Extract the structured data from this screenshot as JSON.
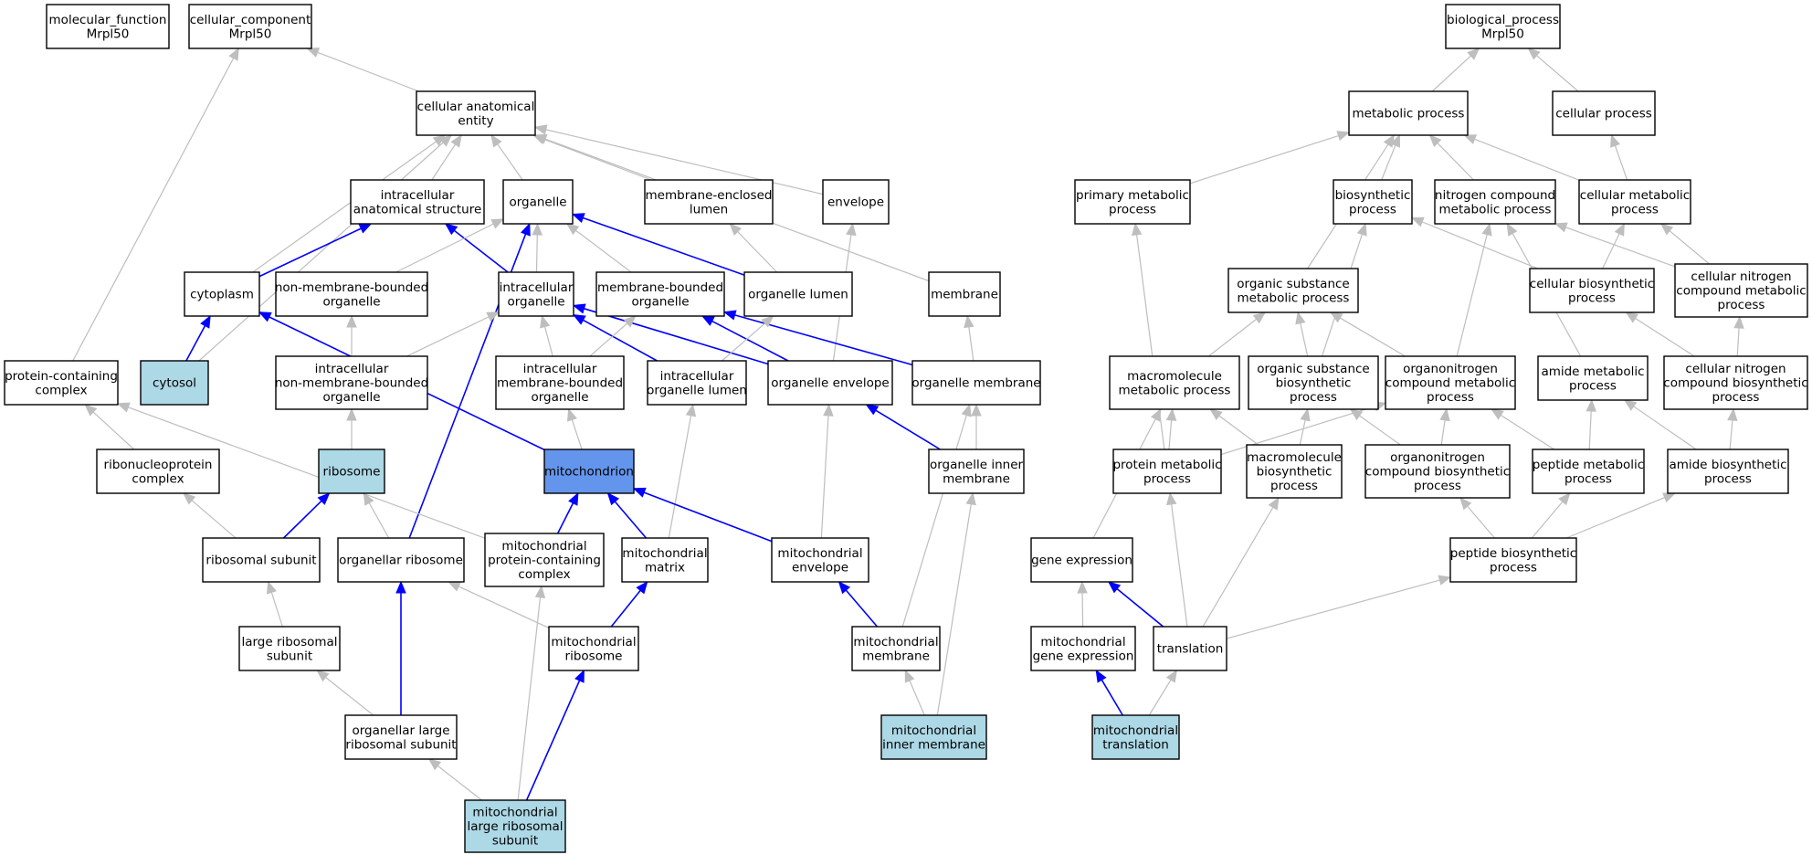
{
  "colors": {
    "white": "#ffffff",
    "light_blue": "#add8e6",
    "highlight_blue": "#6495ed",
    "edge_gray": "#bebebe",
    "edge_blue": "#0000ff",
    "border": "#000000"
  },
  "nodes": [
    {
      "id": "mf",
      "lines": [
        "molecular_function",
        "Mrpl50"
      ],
      "fill": "white"
    },
    {
      "id": "cc",
      "lines": [
        "cellular_component",
        "Mrpl50"
      ],
      "fill": "white"
    },
    {
      "id": "bp",
      "lines": [
        "biological_process",
        "Mrpl50"
      ],
      "fill": "white"
    },
    {
      "id": "cae",
      "lines": [
        "cellular anatomical",
        "entity"
      ],
      "fill": "white"
    },
    {
      "id": "ias",
      "lines": [
        "intracellular",
        "anatomical structure"
      ],
      "fill": "white"
    },
    {
      "id": "organelle",
      "lines": [
        "organelle"
      ],
      "fill": "white"
    },
    {
      "id": "mel",
      "lines": [
        "membrane-enclosed",
        "lumen"
      ],
      "fill": "white"
    },
    {
      "id": "envelope",
      "lines": [
        "envelope"
      ],
      "fill": "white"
    },
    {
      "id": "cytoplasm",
      "lines": [
        "cytoplasm"
      ],
      "fill": "white"
    },
    {
      "id": "nmbo",
      "lines": [
        "non-membrane-bounded",
        "organelle"
      ],
      "fill": "white"
    },
    {
      "id": "io",
      "lines": [
        "intracellular",
        "organelle"
      ],
      "fill": "white"
    },
    {
      "id": "mbo",
      "lines": [
        "membrane-bounded",
        "organelle"
      ],
      "fill": "white"
    },
    {
      "id": "ol",
      "lines": [
        "organelle lumen"
      ],
      "fill": "white"
    },
    {
      "id": "membrane",
      "lines": [
        "membrane"
      ],
      "fill": "white"
    },
    {
      "id": "pcc",
      "lines": [
        "protein-containing",
        "complex"
      ],
      "fill": "white"
    },
    {
      "id": "cytosol",
      "lines": [
        "cytosol"
      ],
      "fill": "light_blue"
    },
    {
      "id": "inmbo",
      "lines": [
        "intracellular",
        "non-membrane-bounded",
        "organelle"
      ],
      "fill": "white"
    },
    {
      "id": "imbo",
      "lines": [
        "intracellular",
        "membrane-bounded",
        "organelle"
      ],
      "fill": "white"
    },
    {
      "id": "iol",
      "lines": [
        "intracellular",
        "organelle lumen"
      ],
      "fill": "white"
    },
    {
      "id": "oe",
      "lines": [
        "organelle envelope"
      ],
      "fill": "white"
    },
    {
      "id": "om",
      "lines": [
        "organelle membrane"
      ],
      "fill": "white"
    },
    {
      "id": "rnp",
      "lines": [
        "ribonucleoprotein",
        "complex"
      ],
      "fill": "white"
    },
    {
      "id": "ribosome",
      "lines": [
        "ribosome"
      ],
      "fill": "light_blue"
    },
    {
      "id": "mito",
      "lines": [
        "mitochondrion"
      ],
      "fill": "highlight_blue"
    },
    {
      "id": "oim",
      "lines": [
        "organelle inner",
        "membrane"
      ],
      "fill": "white"
    },
    {
      "id": "rs",
      "lines": [
        "ribosomal subunit"
      ],
      "fill": "white"
    },
    {
      "id": "orib",
      "lines": [
        "organellar ribosome"
      ],
      "fill": "white"
    },
    {
      "id": "mpcc",
      "lines": [
        "mitochondrial",
        "protein-containing",
        "complex"
      ],
      "fill": "white"
    },
    {
      "id": "mm",
      "lines": [
        "mitochondrial",
        "matrix"
      ],
      "fill": "white"
    },
    {
      "id": "menv",
      "lines": [
        "mitochondrial",
        "envelope"
      ],
      "fill": "white"
    },
    {
      "id": "lrs",
      "lines": [
        "large ribosomal",
        "subunit"
      ],
      "fill": "white"
    },
    {
      "id": "mrib",
      "lines": [
        "mitochondrial",
        "ribosome"
      ],
      "fill": "white"
    },
    {
      "id": "mmem",
      "lines": [
        "mitochondrial",
        "membrane"
      ],
      "fill": "white"
    },
    {
      "id": "olrs",
      "lines": [
        "organellar large",
        "ribosomal subunit"
      ],
      "fill": "white"
    },
    {
      "id": "mim",
      "lines": [
        "mitochondrial",
        "inner membrane"
      ],
      "fill": "light_blue"
    },
    {
      "id": "mlrs",
      "lines": [
        "mitochondrial",
        "large ribosomal",
        "subunit"
      ],
      "fill": "light_blue"
    },
    {
      "id": "metp",
      "lines": [
        "metabolic process"
      ],
      "fill": "white"
    },
    {
      "id": "cp",
      "lines": [
        "cellular process"
      ],
      "fill": "white"
    },
    {
      "id": "pmp",
      "lines": [
        "primary metabolic",
        "process"
      ],
      "fill": "white"
    },
    {
      "id": "bsp",
      "lines": [
        "biosynthetic",
        "process"
      ],
      "fill": "white"
    },
    {
      "id": "ncmp",
      "lines": [
        "nitrogen compound",
        "metabolic process"
      ],
      "fill": "white"
    },
    {
      "id": "cmp",
      "lines": [
        "cellular metabolic",
        "process"
      ],
      "fill": "white"
    },
    {
      "id": "osmp",
      "lines": [
        "organic substance",
        "metabolic process"
      ],
      "fill": "white"
    },
    {
      "id": "cbp",
      "lines": [
        "cellular biosynthetic",
        "process"
      ],
      "fill": "white"
    },
    {
      "id": "cncmp",
      "lines": [
        "cellular nitrogen",
        "compound metabolic",
        "process"
      ],
      "fill": "white"
    },
    {
      "id": "macmp",
      "lines": [
        "macromolecule",
        "metabolic process"
      ],
      "fill": "white"
    },
    {
      "id": "osbp",
      "lines": [
        "organic substance",
        "biosynthetic",
        "process"
      ],
      "fill": "white"
    },
    {
      "id": "oncmp",
      "lines": [
        "organonitrogen",
        "compound metabolic",
        "process"
      ],
      "fill": "white"
    },
    {
      "id": "amp",
      "lines": [
        "amide metabolic",
        "process"
      ],
      "fill": "white"
    },
    {
      "id": "cncbp",
      "lines": [
        "cellular nitrogen",
        "compound biosynthetic",
        "process"
      ],
      "fill": "white"
    },
    {
      "id": "protmp",
      "lines": [
        "protein metabolic",
        "process"
      ],
      "fill": "white"
    },
    {
      "id": "macbp",
      "lines": [
        "macromolecule",
        "biosynthetic",
        "process"
      ],
      "fill": "white"
    },
    {
      "id": "oncbp",
      "lines": [
        "organonitrogen",
        "compound biosynthetic",
        "process"
      ],
      "fill": "white"
    },
    {
      "id": "pepmp",
      "lines": [
        "peptide metabolic",
        "process"
      ],
      "fill": "white"
    },
    {
      "id": "abp",
      "lines": [
        "amide biosynthetic",
        "process"
      ],
      "fill": "white"
    },
    {
      "id": "ge",
      "lines": [
        "gene expression"
      ],
      "fill": "white"
    },
    {
      "id": "pbp",
      "lines": [
        "peptide biosynthetic",
        "process"
      ],
      "fill": "white"
    },
    {
      "id": "mge",
      "lines": [
        "mitochondrial",
        "gene expression"
      ],
      "fill": "white"
    },
    {
      "id": "transl",
      "lines": [
        "translation"
      ],
      "fill": "white"
    },
    {
      "id": "mtransl",
      "lines": [
        "mitochondrial",
        "translation"
      ],
      "fill": "light_blue"
    }
  ],
  "edges": [
    [
      "cae",
      "cc",
      "gray"
    ],
    [
      "pcc",
      "cc",
      "gray"
    ],
    [
      "ias",
      "cae",
      "gray"
    ],
    [
      "organelle",
      "cae",
      "gray"
    ],
    [
      "mel",
      "cae",
      "gray"
    ],
    [
      "envelope",
      "cae",
      "gray"
    ],
    [
      "cytoplasm",
      "cae",
      "gray"
    ],
    [
      "cytosol",
      "cae",
      "gray"
    ],
    [
      "membrane",
      "cae",
      "gray"
    ],
    [
      "cytoplasm",
      "ias",
      "blue"
    ],
    [
      "io",
      "ias",
      "blue"
    ],
    [
      "nmbo",
      "organelle",
      "gray"
    ],
    [
      "io",
      "organelle",
      "gray"
    ],
    [
      "mbo",
      "organelle",
      "gray"
    ],
    [
      "ol",
      "organelle",
      "blue"
    ],
    [
      "orib",
      "organelle",
      "blue"
    ],
    [
      "ol",
      "mel",
      "gray"
    ],
    [
      "oe",
      "envelope",
      "gray"
    ],
    [
      "cytosol",
      "cytoplasm",
      "blue"
    ],
    [
      "mito",
      "cytoplasm",
      "blue"
    ],
    [
      "inmbo",
      "nmbo",
      "gray"
    ],
    [
      "inmbo",
      "io",
      "gray"
    ],
    [
      "imbo",
      "io",
      "gray"
    ],
    [
      "iol",
      "io",
      "blue"
    ],
    [
      "oe",
      "io",
      "blue"
    ],
    [
      "imbo",
      "mbo",
      "gray"
    ],
    [
      "oe",
      "mbo",
      "blue"
    ],
    [
      "om",
      "mbo",
      "blue"
    ],
    [
      "iol",
      "ol",
      "gray"
    ],
    [
      "om",
      "membrane",
      "gray"
    ],
    [
      "rnp",
      "pcc",
      "gray"
    ],
    [
      "mpcc",
      "pcc",
      "gray"
    ],
    [
      "ribosome",
      "inmbo",
      "gray"
    ],
    [
      "mito",
      "imbo",
      "gray"
    ],
    [
      "mm",
      "iol",
      "gray"
    ],
    [
      "menv",
      "oe",
      "gray"
    ],
    [
      "oim",
      "oe",
      "blue"
    ],
    [
      "oim",
      "om",
      "gray"
    ],
    [
      "mmem",
      "om",
      "gray"
    ],
    [
      "rs",
      "rnp",
      "gray"
    ],
    [
      "rs",
      "ribosome",
      "blue"
    ],
    [
      "orib",
      "ribosome",
      "gray"
    ],
    [
      "mpcc",
      "mito",
      "blue"
    ],
    [
      "mm",
      "mito",
      "blue"
    ],
    [
      "menv",
      "mito",
      "blue"
    ],
    [
      "mim",
      "oim",
      "gray"
    ],
    [
      "lrs",
      "rs",
      "gray"
    ],
    [
      "olrs",
      "orib",
      "blue"
    ],
    [
      "mrib",
      "orib",
      "gray"
    ],
    [
      "mlrs",
      "mpcc",
      "gray"
    ],
    [
      "mrib",
      "mm",
      "blue"
    ],
    [
      "mmem",
      "menv",
      "blue"
    ],
    [
      "olrs",
      "lrs",
      "gray"
    ],
    [
      "mlrs",
      "mrib",
      "blue"
    ],
    [
      "mim",
      "mmem",
      "gray"
    ],
    [
      "mlrs",
      "olrs",
      "gray"
    ],
    [
      "metp",
      "bp",
      "gray"
    ],
    [
      "cp",
      "bp",
      "gray"
    ],
    [
      "pmp",
      "metp",
      "gray"
    ],
    [
      "bsp",
      "metp",
      "gray"
    ],
    [
      "ncmp",
      "metp",
      "gray"
    ],
    [
      "cmp",
      "metp",
      "gray"
    ],
    [
      "osmp",
      "metp",
      "gray"
    ],
    [
      "cmp",
      "cp",
      "gray"
    ],
    [
      "cbp",
      "bsp",
      "gray"
    ],
    [
      "osbp",
      "bsp",
      "gray"
    ],
    [
      "cncmp",
      "ncmp",
      "gray"
    ],
    [
      "oncmp",
      "ncmp",
      "gray"
    ],
    [
      "amp",
      "ncmp",
      "gray"
    ],
    [
      "cbp",
      "cmp",
      "gray"
    ],
    [
      "cncmp",
      "cmp",
      "gray"
    ],
    [
      "macmp",
      "osmp",
      "gray"
    ],
    [
      "osbp",
      "osmp",
      "gray"
    ],
    [
      "oncmp",
      "osmp",
      "gray"
    ],
    [
      "cncbp",
      "cbp",
      "gray"
    ],
    [
      "cncbp",
      "cncmp",
      "gray"
    ],
    [
      "protmp",
      "pmp",
      "gray"
    ],
    [
      "protmp",
      "macmp",
      "gray"
    ],
    [
      "macbp",
      "macmp",
      "gray"
    ],
    [
      "ge",
      "macmp",
      "gray"
    ],
    [
      "macbp",
      "osbp",
      "gray"
    ],
    [
      "oncbp",
      "osbp",
      "gray"
    ],
    [
      "protmp",
      "oncmp",
      "gray"
    ],
    [
      "oncbp",
      "oncmp",
      "gray"
    ],
    [
      "pepmp",
      "oncmp",
      "gray"
    ],
    [
      "pepmp",
      "amp",
      "gray"
    ],
    [
      "abp",
      "amp",
      "gray"
    ],
    [
      "abp",
      "cncbp",
      "gray"
    ],
    [
      "transl",
      "protmp",
      "gray"
    ],
    [
      "transl",
      "macbp",
      "gray"
    ],
    [
      "pbp",
      "oncbp",
      "gray"
    ],
    [
      "pbp",
      "pepmp",
      "gray"
    ],
    [
      "pbp",
      "abp",
      "gray"
    ],
    [
      "mge",
      "ge",
      "gray"
    ],
    [
      "transl",
      "ge",
      "blue"
    ],
    [
      "transl",
      "pbp",
      "gray"
    ],
    [
      "mtransl",
      "mge",
      "blue"
    ],
    [
      "mtransl",
      "transl",
      "gray"
    ]
  ]
}
